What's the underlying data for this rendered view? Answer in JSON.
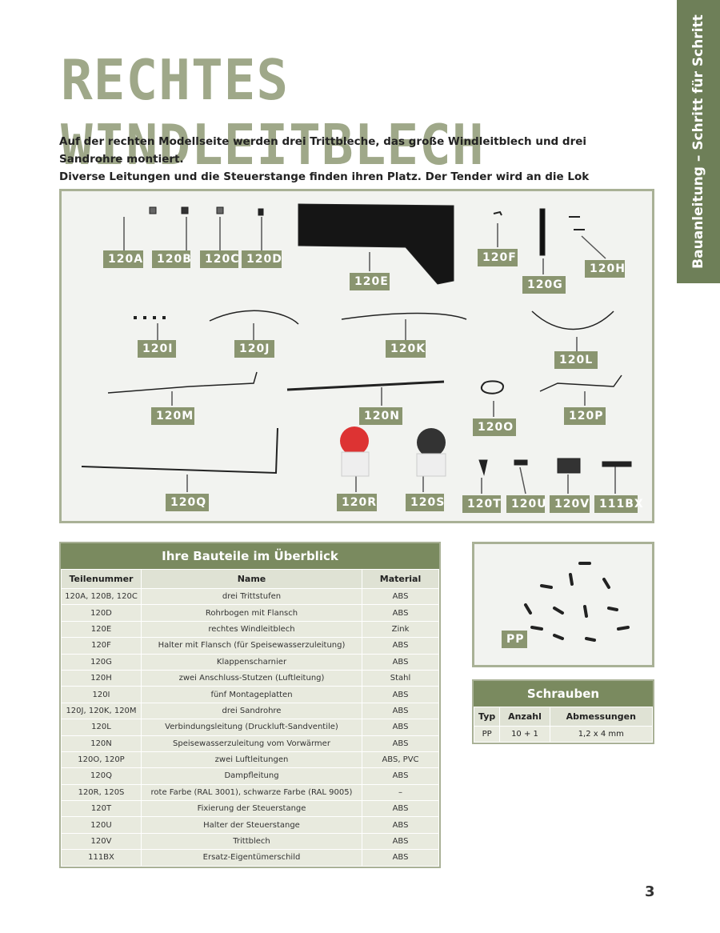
{
  "side_tab": "Bauanleitung – Schritt für Schritt",
  "title": "Rechtes Windleitblech",
  "intro": [
    "Auf der rechten Modellseite werden drei Trittbleche, das große Windleitblech und drei Sandrohre montiert.",
    "Diverse Leitungen und die Steuerstange finden ihren Platz. Der Tender wird an die Lok gekuppelt."
  ],
  "photo_labels": [
    "120A",
    "120B",
    "120C",
    "120D",
    "120E",
    "120F",
    "120G",
    "120H",
    "120I",
    "120J",
    "120K",
    "120L",
    "120M",
    "120N",
    "120O",
    "120P",
    "120Q",
    "120R",
    "120S",
    "120T",
    "120U",
    "120V",
    "111BX"
  ],
  "parts_table": {
    "heading": "Ihre Bauteile im Überblick",
    "columns": [
      "Teilenummer",
      "Name",
      "Material"
    ],
    "rows": [
      [
        "120A, 120B, 120C",
        "drei Trittstufen",
        "ABS"
      ],
      [
        "120D",
        "Rohrbogen mit Flansch",
        "ABS"
      ],
      [
        "120E",
        "rechtes Windleitblech",
        "Zink"
      ],
      [
        "120F",
        "Halter mit Flansch (für Speisewasserzuleitung)",
        "ABS"
      ],
      [
        "120G",
        "Klappenscharnier",
        "ABS"
      ],
      [
        "120H",
        "zwei Anschluss-Stutzen (Luftleitung)",
        "Stahl"
      ],
      [
        "120I",
        "fünf Montageplatten",
        "ABS"
      ],
      [
        "120J, 120K, 120M",
        "drei Sandrohre",
        "ABS"
      ],
      [
        "120L",
        "Verbindungsleitung (Druckluft-Sandventile)",
        "ABS"
      ],
      [
        "120N",
        "Speisewasserzuleitung vom Vorwärmer",
        "ABS"
      ],
      [
        "120O, 120P",
        "zwei Luftleitungen",
        "ABS, PVC"
      ],
      [
        "120Q",
        "Dampfleitung",
        "ABS"
      ],
      [
        "120R, 120S",
        "rote Farbe (RAL 3001), schwarze Farbe (RAL 9005)",
        "–"
      ],
      [
        "120T",
        "Fixierung der Steuerstange",
        "ABS"
      ],
      [
        "120U",
        "Halter der Steuerstange",
        "ABS"
      ],
      [
        "120V",
        "Trittblech",
        "ABS"
      ],
      [
        "111BX",
        "Ersatz-Eigentümerschild",
        "ABS"
      ]
    ]
  },
  "screws_label": "PP",
  "screws_table": {
    "heading": "Schrauben",
    "columns": [
      "Typ",
      "Anzahl",
      "Abmessungen"
    ],
    "rows": [
      [
        "PP",
        "10 + 1",
        "1,2 x 4 mm"
      ]
    ]
  },
  "page_number": "3",
  "colors": {
    "accent": "#7a8a5f",
    "label_bg": "#8a9570",
    "title": "#9fa889"
  }
}
